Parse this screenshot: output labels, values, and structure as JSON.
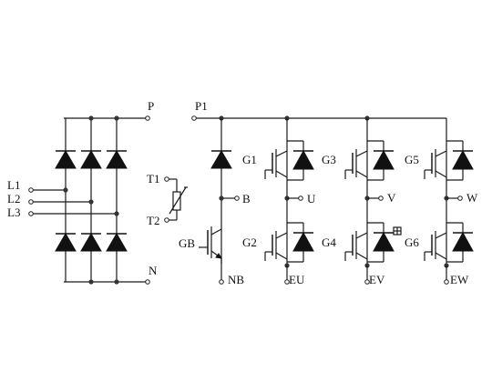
{
  "title": "",
  "rectifier": {
    "inputs": [
      "L1",
      "L2",
      "L3"
    ],
    "dc_positive": "P",
    "dc_negative": "N"
  },
  "thermistor": {
    "terminals": [
      "T1",
      "T2"
    ]
  },
  "brake": {
    "bus": "P1",
    "output": "B",
    "gate": "GB",
    "emitter": "NB"
  },
  "inverter": {
    "legs": [
      {
        "high_gate": "G1",
        "low_gate": "G2",
        "output": "U",
        "emitter": "EU"
      },
      {
        "high_gate": "G3",
        "low_gate": "G4",
        "output": "V",
        "emitter": "EV"
      },
      {
        "high_gate": "G5",
        "low_gate": "G6",
        "output": "W",
        "emitter": "EW"
      }
    ]
  },
  "colors": {
    "ink": "#111111",
    "background": "#ffffff"
  }
}
